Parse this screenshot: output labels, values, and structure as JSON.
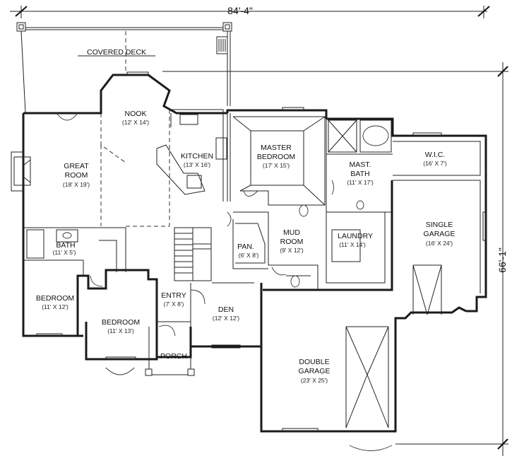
{
  "dimensions": {
    "width": "84'-4\"",
    "depth": "66'-1\""
  },
  "rooms": {
    "covered_deck": {
      "name": "COVERED DECK",
      "size": ""
    },
    "nook": {
      "name": "NOOK",
      "size": "(12' X 14')"
    },
    "great_room": {
      "name": "GREAT ROOM",
      "line1": "GREAT",
      "line2": "ROOM",
      "size": "(18' X 19')"
    },
    "kitchen": {
      "name": "KITCHEN",
      "size": "(13' X 16')"
    },
    "master_bedroom": {
      "line1": "MASTER",
      "line2": "BEDROOM",
      "size": "(17' X 15')"
    },
    "mast_bath": {
      "line1": "MAST.",
      "line2": "BATH",
      "size": "(11' X 17')"
    },
    "wic": {
      "name": "W.I.C.",
      "size": "(16' X 7')"
    },
    "single_garage": {
      "line1": "SINGLE",
      "line2": "GARAGE",
      "size": "(16' X 24')"
    },
    "bath": {
      "name": "BATH",
      "size": "(11' X 5')"
    },
    "pan": {
      "name": "PAN.",
      "size": "(6' X 8')"
    },
    "mud_room": {
      "line1": "MUD",
      "line2": "ROOM",
      "size": "(9' X 12')"
    },
    "laundry": {
      "name": "LAUNDRY",
      "size": "(11' X 14')"
    },
    "bedroom_left": {
      "name": "BEDROOM",
      "size": "(11' X 12')"
    },
    "bedroom_center": {
      "name": "BEDROOM",
      "size": "(11' X 13')"
    },
    "entry": {
      "name": "ENTRY",
      "size": "(7' X 8')"
    },
    "den": {
      "name": "DEN",
      "size": "(12' X 12')"
    },
    "porch": {
      "name": "PORCH",
      "size": ""
    },
    "double_garage": {
      "line1": "DOUBLE",
      "line2": "GARAGE",
      "size": "(23' X 25')"
    }
  }
}
